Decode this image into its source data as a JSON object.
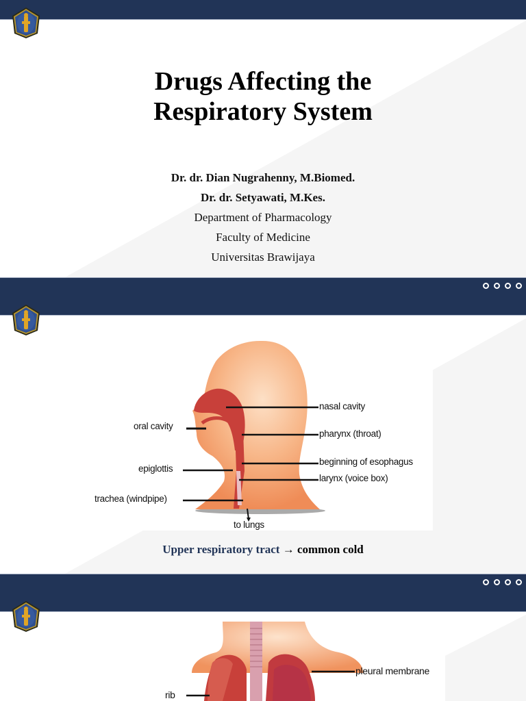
{
  "theme": {
    "band_color": "#213457",
    "band_line_color": "#a9b3c6",
    "bg_light": "#f5f5f5",
    "caption_accent": "#213457"
  },
  "logo": {
    "icon": "university-crest-icon",
    "colors": {
      "outer": "#2a2a1a",
      "rim": "#b8962e",
      "inner": "#2f4f8f",
      "figure": "#e0a526"
    }
  },
  "slide1": {
    "title_line1": "Drugs Affecting the",
    "title_line2": "Respiratory System",
    "author1": "Dr. dr. Dian Nugrahenny, M.Biomed.",
    "author2": "Dr. dr. Setyawati, M.Kes.",
    "department": "Department of Pharmacology",
    "faculty": "Faculty of Medicine",
    "university": "Universitas Brawijaya"
  },
  "slide2": {
    "nav_dots": 4,
    "figure": {
      "labels": {
        "nasal_cavity": "nasal cavity",
        "oral_cavity": "oral cavity",
        "pharynx": "pharynx (throat)",
        "esophagus": "beginning of esophagus",
        "epiglottis": "epiglottis",
        "larynx": "larynx (voice box)",
        "trachea": "trachea (windpipe)",
        "to_lungs": "to lungs"
      }
    },
    "caption_part1": "Upper respiratory tract",
    "caption_arrow": "→",
    "caption_part2": "common cold"
  },
  "slide3": {
    "nav_dots": 4,
    "figure": {
      "labels": {
        "pleural_membrane": "pleural membrane",
        "rib": "rib"
      }
    }
  }
}
